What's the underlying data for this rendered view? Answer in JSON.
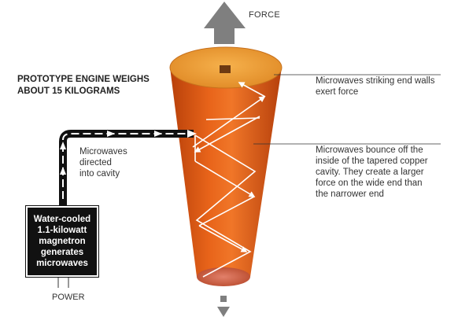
{
  "force_label": "FORCE",
  "title": {
    "line1": "PROTOTYPE ENGINE WEIGHS",
    "line2": "ABOUT 15 KILOGRAMS"
  },
  "annotations": {
    "end_walls": "Microwaves striking end walls\nexert force",
    "bounce": "Microwaves bounce off the\ninside of the tapered copper\ncavity. They create a larger\nforce on the wide end than\nthe narrower end",
    "directed": "Microwaves\ndirected\ninto cavity"
  },
  "magnetron": {
    "lines": [
      "Water-cooled",
      "1.1-kilowatt",
      "magnetron",
      "generates",
      "microwaves"
    ]
  },
  "power_label": "POWER",
  "colors": {
    "cone_body": "#d9520f",
    "cone_top": "#f2a23a",
    "force_arrow": "#808080",
    "waveguide": "#111111"
  }
}
